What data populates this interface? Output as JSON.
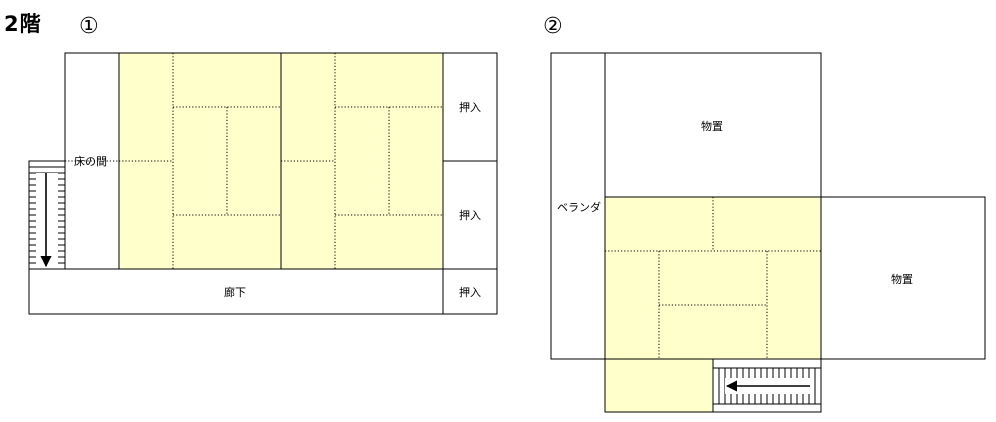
{
  "floor_title": "2階",
  "colors": {
    "tatami": "#ffffcc",
    "wall": "#000000",
    "background": "#ffffff"
  },
  "plan1": {
    "number": "①",
    "labels": {
      "tokonoma": "床の間",
      "closet_top": "押入",
      "closet_middle": "押入",
      "closet_bottom": "押入",
      "hallway": "廊下"
    }
  },
  "plan2": {
    "number": "②",
    "labels": {
      "veranda": "ベランダ",
      "storage_top": "物置",
      "storage_right": "物置"
    }
  }
}
